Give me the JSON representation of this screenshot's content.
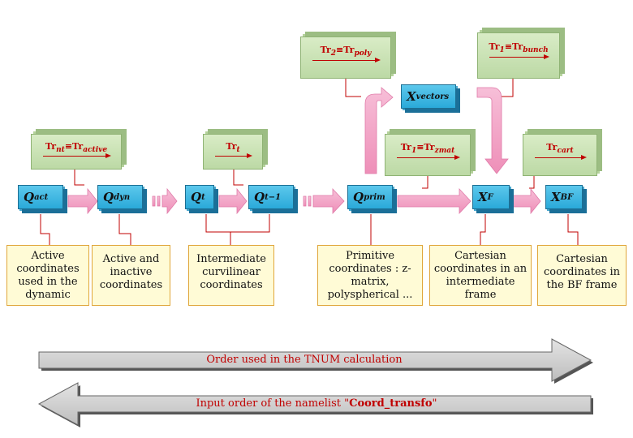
{
  "coords": {
    "q_act": {
      "base": "Q",
      "sub": "act"
    },
    "q_dyn": {
      "base": "Q",
      "sub": "dyn"
    },
    "q_t": {
      "base": "Q",
      "sub": "t"
    },
    "q_tm1": {
      "base": "Q",
      "sub": "t−1"
    },
    "q_prim": {
      "base": "Q",
      "sub": "prim"
    },
    "x_vectors": {
      "base": "X",
      "sub": "vectors"
    },
    "x_f": {
      "base": "X",
      "sub": "F"
    },
    "x_bf": {
      "base": "X",
      "sub": "BF"
    }
  },
  "transforms": {
    "tr_active": {
      "pre": "Tr",
      "sub1": "nt",
      "mid": "≡Tr",
      "sub2": "active"
    },
    "tr_t": {
      "pre": "Tr",
      "sub1": "t",
      "mid": "",
      "sub2": ""
    },
    "tr_zmat": {
      "pre": "Tr",
      "sub1": "1",
      "mid": "≡Tr",
      "sub2": "zmat"
    },
    "tr_poly": {
      "pre": "Tr",
      "sub1": "2",
      "mid": "≡Tr",
      "sub2": "poly"
    },
    "tr_bunch": {
      "pre": "Tr",
      "sub1": "1",
      "mid": "≡Tr",
      "sub2": "bunch"
    },
    "tr_cart": {
      "pre": "Tr",
      "sub1": "cart",
      "mid": "",
      "sub2": ""
    }
  },
  "descriptions": {
    "active": "Active coordinates used in the dynamic",
    "dyn": "Active and inactive coordinates",
    "intermediate": "Intermediate curvilinear coordinates",
    "primitive": "Primitive coordinates : z-matrix, polyspherical ...",
    "cart_f": "Cartesian coordinates in an intermediate frame",
    "cart_bf": "Cartesian coordinates in the BF frame"
  },
  "order": {
    "forward_text": "Order used in the TNUM calculation",
    "reverse_prefix": "Input order of the namelist \"",
    "reverse_name": "Coord_transfo",
    "reverse_suffix": "\""
  },
  "colors": {
    "coord_box": "#2aa9d9",
    "transform_box": "#c9e2b3",
    "description_box": "#fffbd6",
    "flow_arrow": "#f2a0c4",
    "label_red": "#c00000",
    "order_arrow": "#cfcfcf"
  }
}
